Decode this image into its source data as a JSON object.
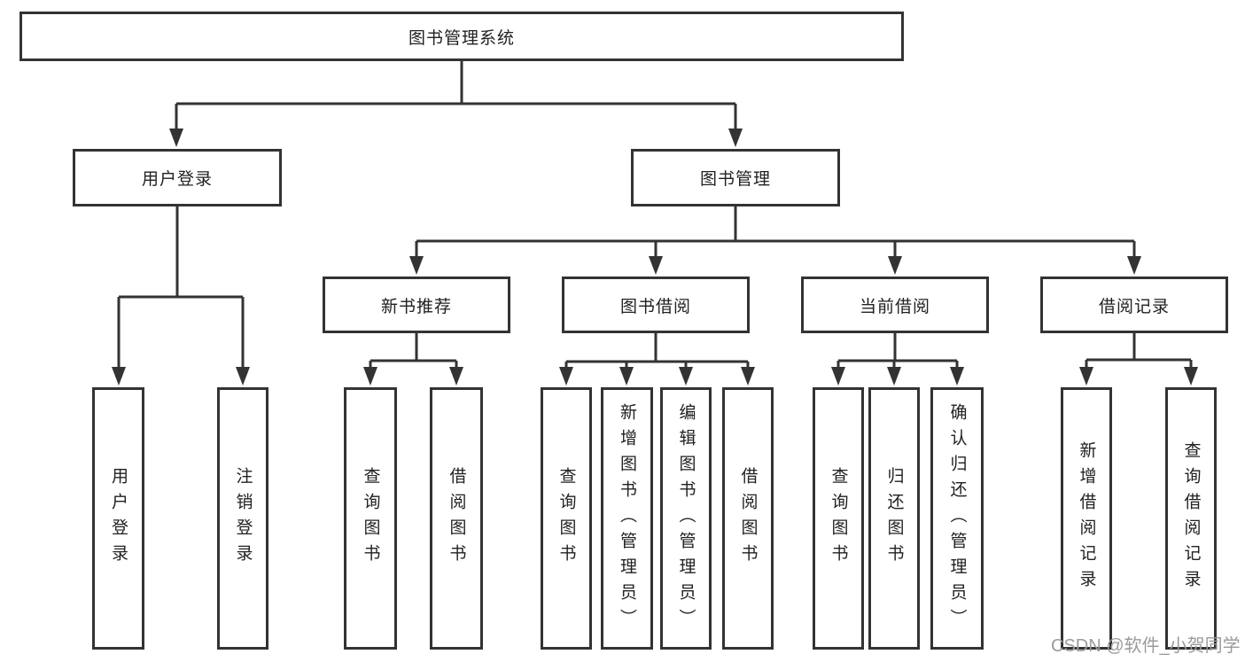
{
  "diagram": {
    "title": "图书管理系统",
    "watermark": "CSDN @软件_小贺同学",
    "colors": {
      "line": "#333333",
      "box_border": "#333333",
      "text": "#212121",
      "watermark": "#9b9b9b",
      "background": "#ffffff"
    },
    "nodes": {
      "root": {
        "label": "图书管理系统"
      },
      "user_login": {
        "label": "用户登录"
      },
      "book_mgmt": {
        "label": "图书管理"
      },
      "new_book_rec": {
        "label": "新书推荐"
      },
      "book_borrow": {
        "label": "图书借阅"
      },
      "current_borrow": {
        "label": "当前借阅"
      },
      "borrow_records": {
        "label": "借阅记录"
      },
      "login_leaf": {
        "label": "用户登录"
      },
      "logout_leaf": {
        "label": "注销登录"
      },
      "rec_query": {
        "label": "查询图书"
      },
      "rec_borrow": {
        "label": "借阅图书"
      },
      "bor_query": {
        "label": "查询图书"
      },
      "bor_add": {
        "label": "新增图书（管理员）"
      },
      "bor_edit": {
        "label": "编辑图书（管理员）"
      },
      "bor_borrow": {
        "label": "借阅图书"
      },
      "cur_query": {
        "label": "查询图书"
      },
      "cur_return": {
        "label": "归还图书"
      },
      "cur_confirm": {
        "label": "确认归还（管理员）"
      },
      "rechist_add": {
        "label": "新增借阅记录"
      },
      "rechist_query": {
        "label": "查询借阅记录"
      }
    },
    "structure": {
      "root": "图书管理系统",
      "children": [
        {
          "label": "用户登录",
          "children": [
            "用户登录",
            "注销登录"
          ]
        },
        {
          "label": "图书管理",
          "children": [
            {
              "label": "新书推荐",
              "children": [
                "查询图书",
                "借阅图书"
              ]
            },
            {
              "label": "图书借阅",
              "children": [
                "查询图书",
                "新增图书（管理员）",
                "编辑图书（管理员）",
                "借阅图书"
              ]
            },
            {
              "label": "当前借阅",
              "children": [
                "查询图书",
                "归还图书",
                "确认归还（管理员）"
              ]
            },
            {
              "label": "借阅记录",
              "children": [
                "新增借阅记录",
                "查询借阅记录"
              ]
            }
          ]
        }
      ]
    }
  }
}
